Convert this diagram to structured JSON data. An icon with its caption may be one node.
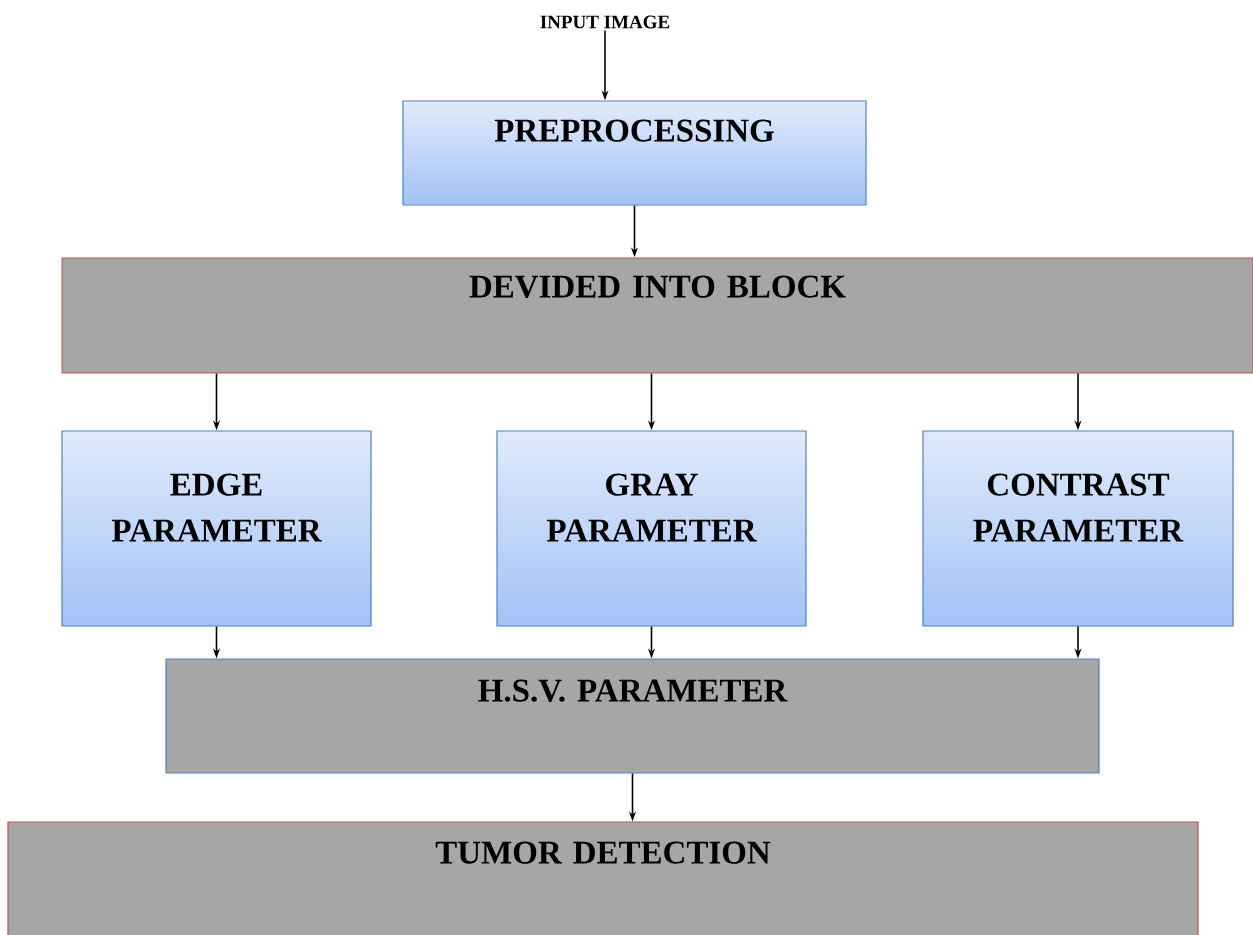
{
  "diagram": {
    "nodes": [
      {
        "text": [
          "INPUT IMAGE"
        ]
      },
      {
        "text": [
          "PREPROCESSING"
        ]
      },
      {
        "text": [
          "DEVIDED INTO BLOCK"
        ]
      },
      {
        "text": [
          "EDGE PARAMETER"
        ]
      },
      {
        "text": [
          "GRAY PARAMETER"
        ]
      },
      {
        "text": [
          "CONTRAST PARAMETER"
        ]
      },
      {
        "text": [
          "H.S.V. PARAMETER"
        ]
      },
      {
        "text": [
          "TUMOR DETECTION"
        ]
      }
    ],
    "edges": [
      {
        "from": 0,
        "to": 1,
        "arrow": "to"
      },
      {
        "from": 1,
        "to": 2,
        "arrow": "to"
      },
      {
        "from": 2,
        "to": 3,
        "arrow": "to"
      },
      {
        "from": 2,
        "to": 4,
        "arrow": "to"
      },
      {
        "from": 2,
        "to": 5,
        "arrow": "to"
      },
      {
        "from": 3,
        "to": 6,
        "arrow": "to"
      },
      {
        "from": 4,
        "to": 6,
        "arrow": "to"
      },
      {
        "from": 5,
        "to": 6,
        "arrow": "to"
      },
      {
        "from": 6,
        "to": 7,
        "arrow": "to"
      }
    ]
  }
}
